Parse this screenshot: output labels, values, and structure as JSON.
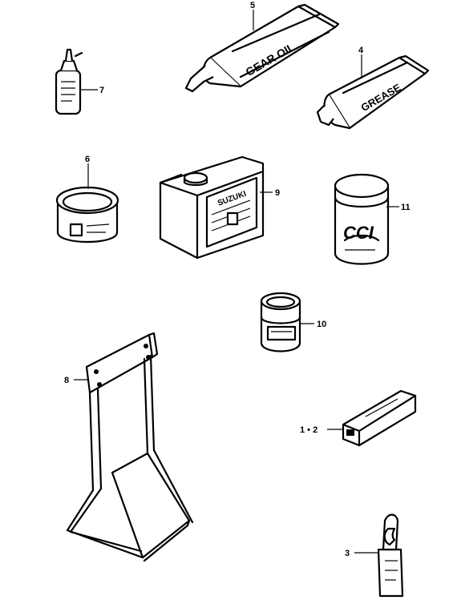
{
  "callouts": {
    "p5": "5",
    "p4": "4",
    "p7": "7",
    "p6": "6",
    "p9": "9",
    "p11": "11",
    "p10": "10",
    "p8": "8",
    "p12": "1 • 2",
    "p3": "3"
  },
  "product_labels": {
    "gear_oil": "GEAR OIL",
    "grease": "GREASE",
    "can_brand": "SUZUKI",
    "tin_brand": "CCI"
  },
  "colors": {
    "ink": "#000000",
    "paper": "#ffffff"
  }
}
